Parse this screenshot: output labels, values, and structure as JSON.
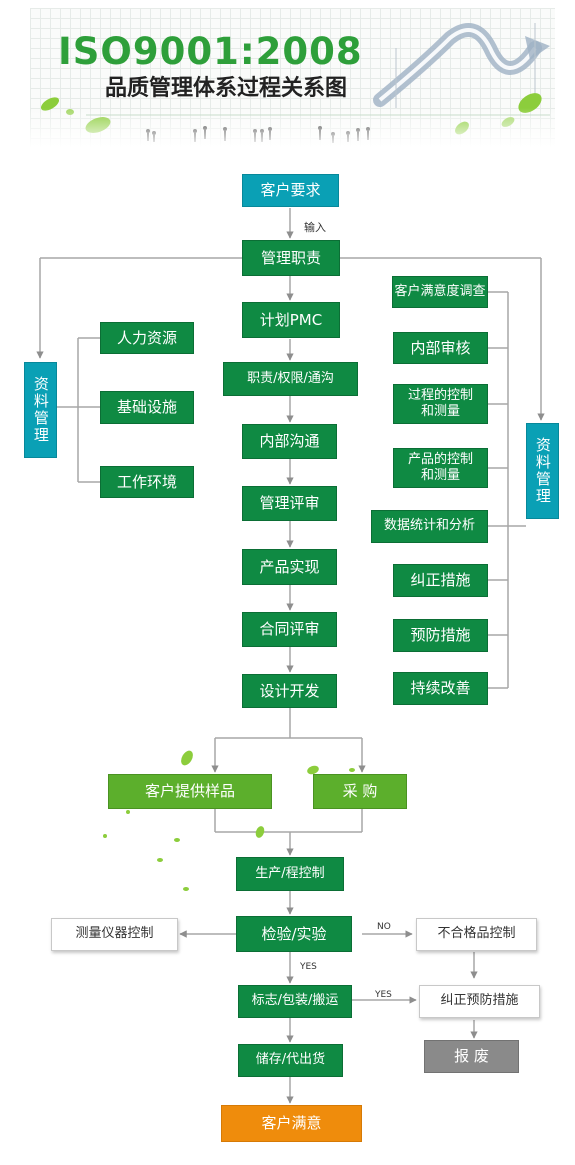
{
  "header": {
    "title": "ISO9001:2008",
    "subtitle": "品质管理体系过程关系图"
  },
  "colors": {
    "green": "#0f8a43",
    "teal": "#0aa0b5",
    "light_green": "#5caf2c",
    "orange": "#ef8c0c",
    "grey": "#8a8a8a"
  },
  "labels": {
    "input": "输入",
    "no": "NO",
    "yes_down": "YES",
    "yes_right": "YES"
  },
  "main_flow": {
    "customer_request": "客户要求",
    "management_duty": "管理职责",
    "plan_pmc": "计划PMC",
    "duty_authority": "职责/权限/通沟",
    "internal_comm": "内部沟通",
    "management_review": "管理评审",
    "product_realization": "产品实现",
    "contract_review": "合同评审",
    "design_dev": "设计开发",
    "customer_sample": "客户提供样品",
    "purchase": "采  购",
    "production_control": "生产/程控制",
    "inspection": "检验/实验",
    "marking": "标志/包装/搬运",
    "storage": "储存/代出货",
    "satisfaction": "客户满意"
  },
  "left_group": {
    "records": "资料管理",
    "human": "人力资源",
    "infrastructure": "基础设施",
    "environment": "工作环境"
  },
  "right_group": {
    "records": "资料管理",
    "survey": "客户满意度调查",
    "internal_audit": "内部审核",
    "process_control": "过程的控制和测量",
    "product_control": "产品的控制和测量",
    "data_analysis": "数据统计和分析",
    "corrective": "纠正措施",
    "preventive": "预防措施",
    "improvement": "持续改善"
  },
  "side_boxes": {
    "instrument_control": "测量仪器控制",
    "nonconforming": "不合格品控制",
    "corrective_preventive": "纠正预防措施",
    "scrap": "报  废"
  }
}
